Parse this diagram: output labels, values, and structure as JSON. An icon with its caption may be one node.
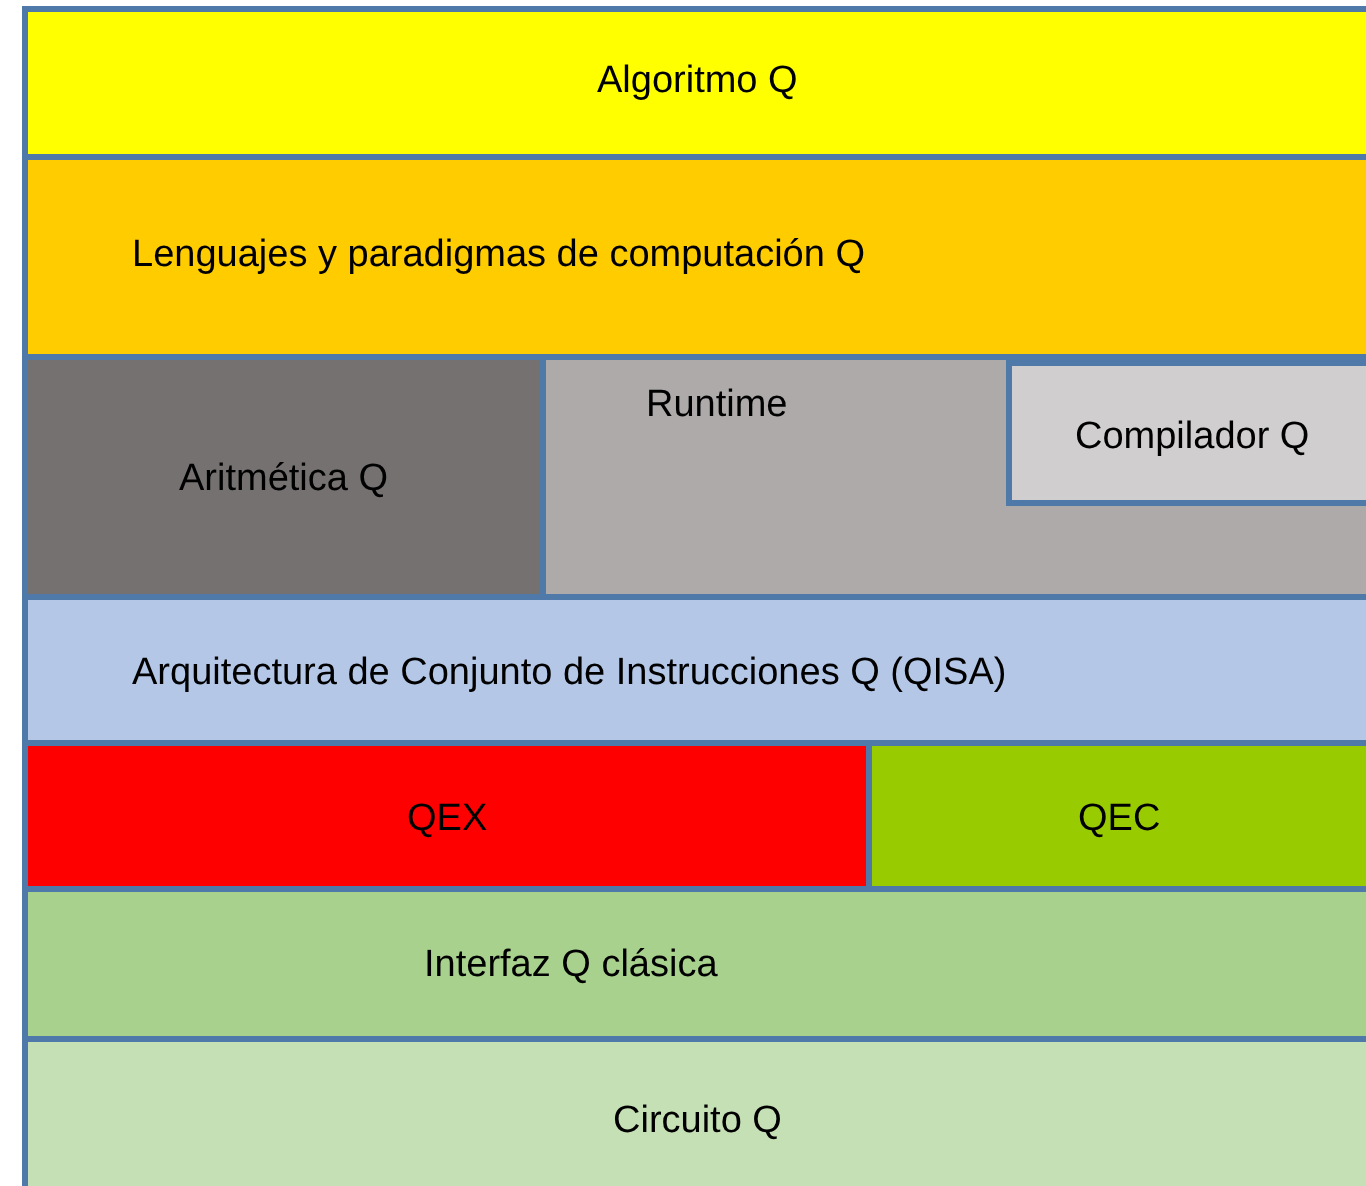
{
  "diagram": {
    "nodes": [
      {
        "text": [
          "Algoritmo Q"
        ]
      },
      {
        "text": [
          "Lenguajes y paradigmas de computación Q"
        ]
      },
      {
        "text": [
          "Aritmética Q"
        ]
      },
      {
        "text": [
          "Runtime"
        ]
      },
      {
        "text": [
          "Compilador Q"
        ],
        "in": 3
      },
      {
        "text": [
          "Arquitectura de Conjunto de Instrucciones Q (QISA)"
        ]
      },
      {
        "text": [
          "QEX"
        ]
      },
      {
        "text": [
          "QEC"
        ]
      },
      {
        "text": [
          "Interfaz Q clásica"
        ]
      },
      {
        "text": [
          "Circuito Q"
        ]
      }
    ],
    "edges": []
  }
}
